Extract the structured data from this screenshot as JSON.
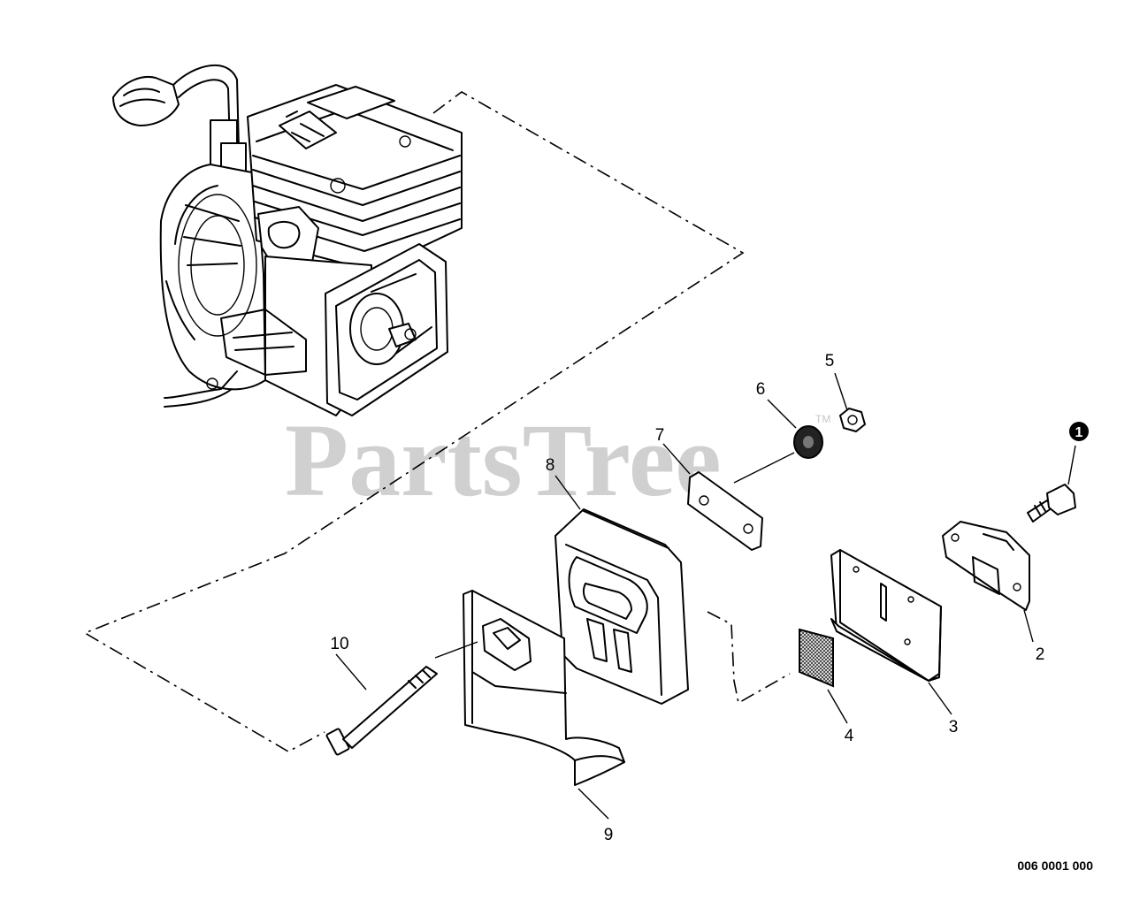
{
  "watermark": {
    "text": "PartsTree",
    "mark": "TM"
  },
  "drawing_code": "006 0001 000",
  "callouts": [
    {
      "id": "c1",
      "label": "1",
      "style": "circled"
    },
    {
      "id": "c2",
      "label": "2"
    },
    {
      "id": "c3",
      "label": "3"
    },
    {
      "id": "c4",
      "label": "4"
    },
    {
      "id": "c5",
      "label": "5"
    },
    {
      "id": "c6",
      "label": "6"
    },
    {
      "id": "c7",
      "label": "7"
    },
    {
      "id": "c8",
      "label": "8"
    },
    {
      "id": "c9",
      "label": "9"
    },
    {
      "id": "c10",
      "label": "10"
    }
  ],
  "icons": {
    "engine": "engine-block-icon",
    "muffler": "muffler-icon",
    "heat_shield": "heat-shield-icon",
    "bolt": "bolt-icon",
    "gasket": "gasket-icon",
    "nut": "nut-icon",
    "washer": "washer-icon",
    "screen": "spark-arrestor-screen-icon",
    "cover": "muffler-cover-icon",
    "plate": "exhaust-plate-icon",
    "screw": "screw-icon"
  },
  "colors": {
    "ink": "#000000",
    "watermark": "#c8c8c8",
    "background": "#ffffff"
  }
}
